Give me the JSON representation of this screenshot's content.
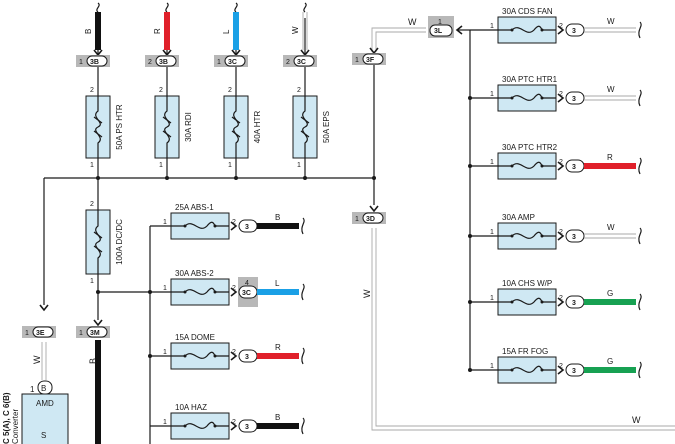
{
  "wire_colors": {
    "B": "#111111",
    "R": "#e0202a",
    "L": "#1aa0e6",
    "G": "#17a152",
    "W": "#cfcfcf"
  },
  "colors": {
    "fuse_fill": "#cfe8f3",
    "conn_fill": "#b8b8b8"
  },
  "top_wires": [
    {
      "code": "B",
      "color_key": "B",
      "conn": {
        "pin": "1",
        "label": "3B"
      }
    },
    {
      "code": "R",
      "color_key": "R",
      "conn": {
        "pin": "2",
        "label": "3B"
      }
    },
    {
      "code": "L",
      "color_key": "L",
      "conn": {
        "pin": "1",
        "label": "3C"
      }
    },
    {
      "code": "W",
      "color_key": "W",
      "conn": {
        "pin": "2",
        "label": "3C"
      }
    }
  ],
  "vertical_fuses": [
    {
      "label": "50A PS HTR",
      "pin_top": "2",
      "pin_bottom": "1"
    },
    {
      "label": "30A RDI",
      "pin_top": "2",
      "pin_bottom": "1"
    },
    {
      "label": "40A HTR",
      "pin_top": "2",
      "pin_bottom": "1"
    },
    {
      "label": "50A EPS",
      "pin_top": "2",
      "pin_bottom": "1"
    }
  ],
  "dcdc": {
    "label": "100A DC/DC",
    "pin_top": "2",
    "pin_bottom": "1"
  },
  "left_fuses": [
    {
      "label": "25A ABS-1",
      "pin_in": "1",
      "pin_out": "2",
      "conn_top": "",
      "conn": "3",
      "wire": "B",
      "color_key": "B"
    },
    {
      "label": "30A ABS-2",
      "pin_in": "1",
      "pin_out": "2",
      "conn_top": "4",
      "conn": "3C",
      "wire": "L",
      "color_key": "L"
    },
    {
      "label": "15A DOME",
      "pin_in": "1",
      "pin_out": "2",
      "conn_top": "",
      "conn": "3",
      "wire": "R",
      "color_key": "R"
    },
    {
      "label": "10A HAZ",
      "pin_in": "1",
      "pin_out": "2",
      "conn_top": "",
      "conn": "3",
      "wire": "B",
      "color_key": "B"
    }
  ],
  "right_fuses": [
    {
      "label": "30A CDS FAN",
      "pin_in": "1",
      "pin_out": "2",
      "conn": "3",
      "wire": "W",
      "color_key": "W"
    },
    {
      "label": "30A PTC HTR1",
      "pin_in": "1",
      "pin_out": "2",
      "conn": "3",
      "wire": "W",
      "color_key": "W"
    },
    {
      "label": "30A PTC HTR2",
      "pin_in": "1",
      "pin_out": "2",
      "conn": "3",
      "wire": "R",
      "color_key": "R"
    },
    {
      "label": "30A AMP",
      "pin_in": "1",
      "pin_out": "2",
      "conn": "3",
      "wire": "W",
      "color_key": "W"
    },
    {
      "label": "10A CHS W/P",
      "pin_in": "1",
      "pin_out": "2",
      "conn": "3",
      "wire": "G",
      "color_key": "G"
    },
    {
      "label": "15A FR FOG",
      "pin_in": "1",
      "pin_out": "2",
      "conn": "3",
      "wire": "G",
      "color_key": "G"
    }
  ],
  "connectors": {
    "c3L": {
      "pin": "1",
      "label": "3L"
    },
    "c3F": {
      "pin": "1",
      "label": "3F"
    },
    "c3D": {
      "pin": "1",
      "label": "3D"
    },
    "c3E": {
      "pin": "1",
      "label": "3E"
    },
    "c3M": {
      "pin": "1",
      "label": "3M"
    }
  },
  "wire_labels": {
    "w_top_left": "W",
    "w_3D": "W",
    "w_3E": "W",
    "w_3M": "B",
    "w_bottom": "W"
  },
  "converter": {
    "title": "C 5(A), C 6(B)",
    "subtitle": "Converter",
    "pin": "1",
    "pin_label": "B",
    "amd": "AMD",
    "s": "S"
  }
}
